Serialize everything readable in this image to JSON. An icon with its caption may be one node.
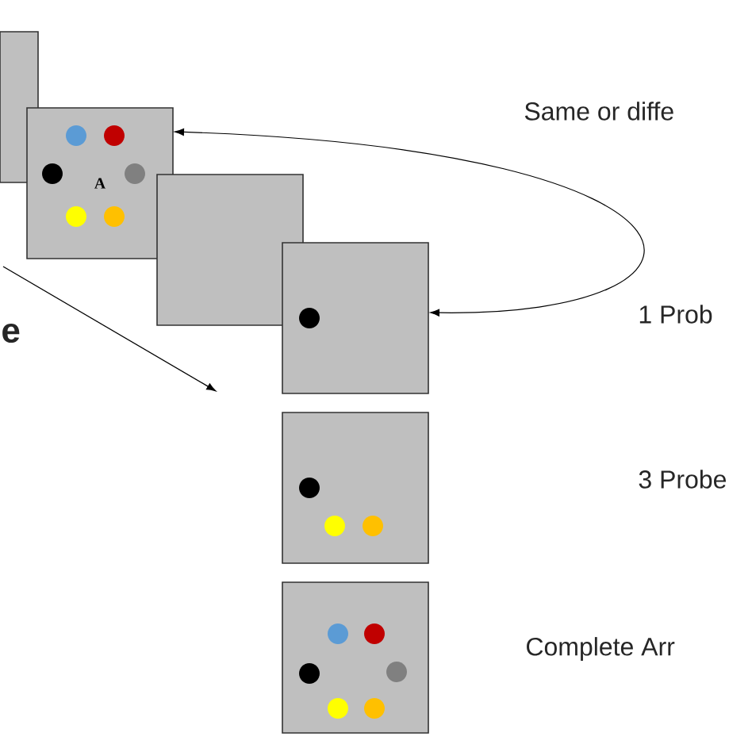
{
  "diagram": {
    "nodes": [
      {
        "text": [],
        "shape": "box"
      },
      {
        "text": [
          "A"
        ]
      },
      {
        "text": [],
        "shape": "box"
      },
      {
        "text": [],
        "shape": "box"
      },
      {
        "text": [],
        "shape": "box"
      },
      {
        "text": [],
        "shape": "box"
      }
    ],
    "edges": [
      {
        "from": 1,
        "to": 3,
        "arrow": "both"
      }
    ],
    "labels": [
      "Same or diffe",
      "1 Prob",
      "3 Probe",
      "Complete Arr",
      "e"
    ]
  }
}
